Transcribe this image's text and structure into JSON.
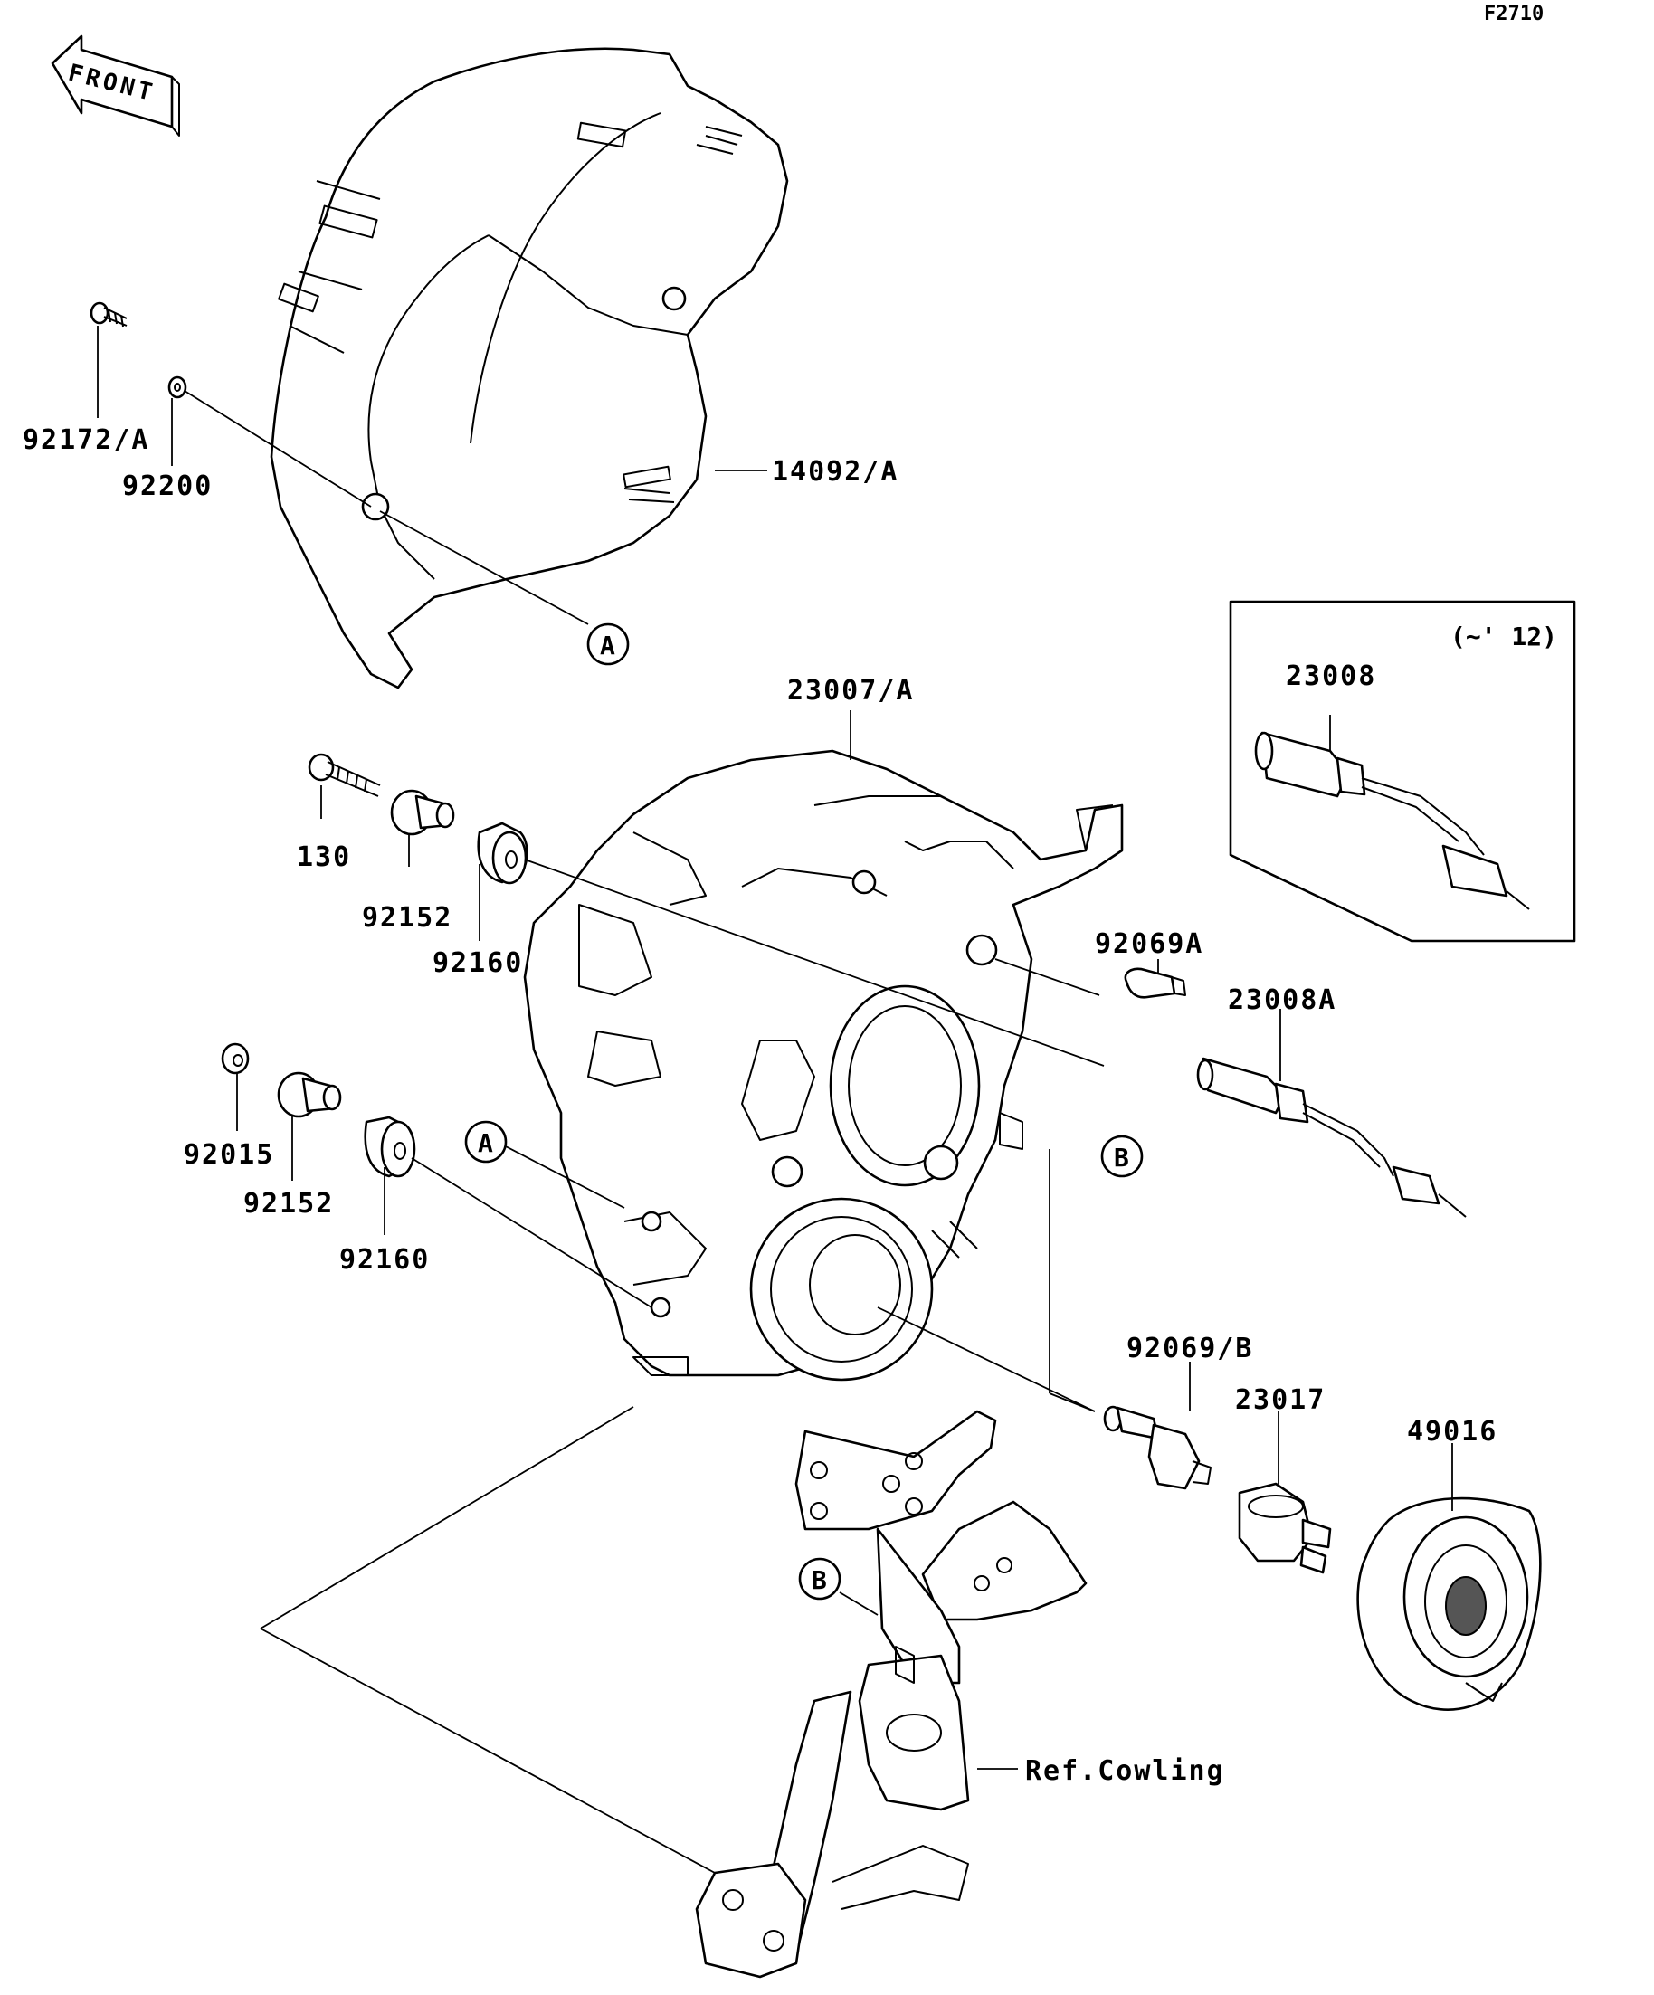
{
  "figure_code": "F2710",
  "front_arrow_text": "FRONT",
  "callouts": {
    "a1": "A",
    "a2": "A",
    "b1": "B",
    "b2": "B"
  },
  "parts": {
    "p92172A": "92172/A",
    "p92200": "92200",
    "p14092A": "14092/A",
    "p23007A": "23007/A",
    "p130": "130",
    "p92152a": "92152",
    "p92160a": "92160",
    "p92015": "92015",
    "p92152b": "92152",
    "p92160b": "92160",
    "p92069A": "92069A",
    "p23008A": "23008A",
    "p92069B": "92069/B",
    "p23017": "23017",
    "p49016": "49016",
    "p23008": "23008",
    "ref_cowling": "Ref.Cowling"
  },
  "inset": {
    "range_label": "(~' 12)"
  }
}
